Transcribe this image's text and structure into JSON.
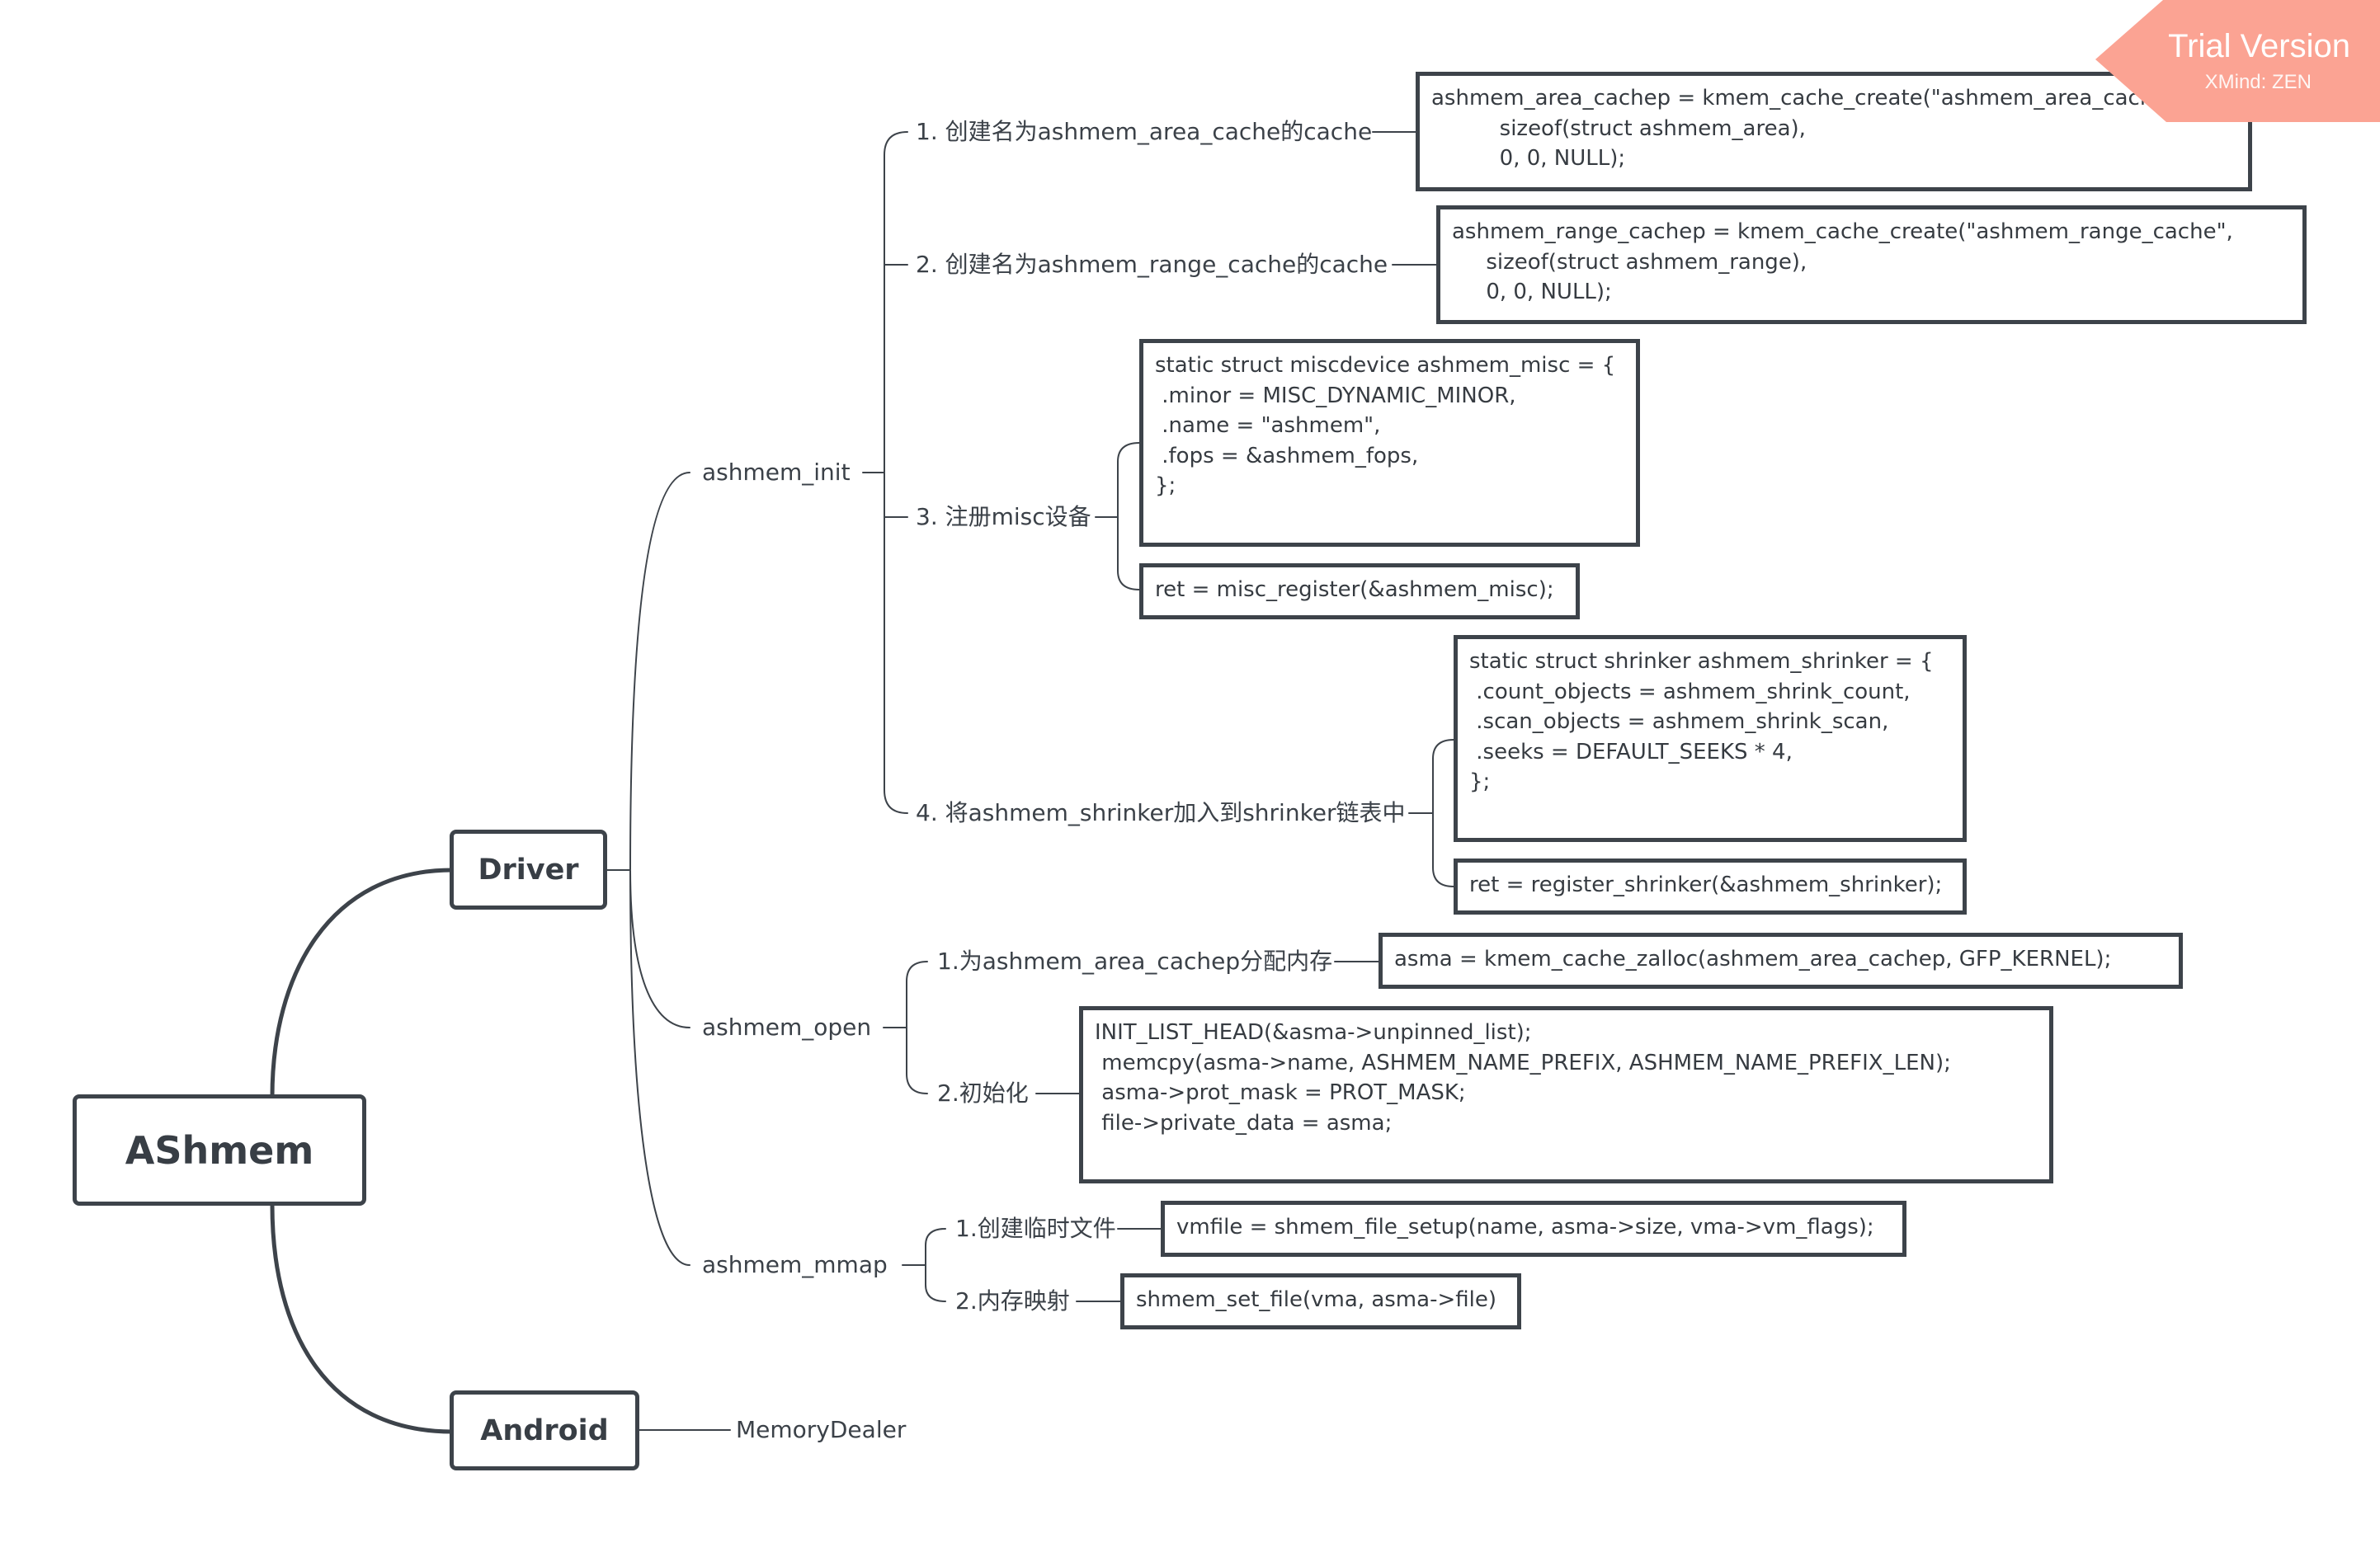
{
  "root": {
    "label": "AShmem"
  },
  "driver": {
    "label": "Driver",
    "init": {
      "label": "ashmem_init",
      "step1": {
        "label": "1. 创建名为ashmem_area_cache的cache",
        "code": "ashmem_area_cachep = kmem_cache_create(\"ashmem_area_cache\",\n          sizeof(struct ashmem_area),\n          0, 0, NULL);"
      },
      "step2": {
        "label": "2. 创建名为ashmem_range_cache的cache",
        "code": "ashmem_range_cachep = kmem_cache_create(\"ashmem_range_cache\",\n     sizeof(struct ashmem_range),\n     0, 0, NULL);"
      },
      "step3": {
        "label": "3. 注册misc设备",
        "code1": "static struct miscdevice ashmem_misc = {\n .minor = MISC_DYNAMIC_MINOR,\n .name = \"ashmem\",\n .fops = &ashmem_fops,\n};",
        "code2": "ret = misc_register(&ashmem_misc);"
      },
      "step4": {
        "label": "4. 将ashmem_shrinker加入到shrinker链表中",
        "code1": "static struct shrinker ashmem_shrinker = {\n .count_objects = ashmem_shrink_count,\n .scan_objects = ashmem_shrink_scan,\n .seeks = DEFAULT_SEEKS * 4,\n};",
        "code2": "ret = register_shrinker(&ashmem_shrinker);"
      }
    },
    "open": {
      "label": "ashmem_open",
      "step1": {
        "label": "1.为ashmem_area_cachep分配内存",
        "code": "asma = kmem_cache_zalloc(ashmem_area_cachep, GFP_KERNEL);"
      },
      "step2": {
        "label": "2.初始化",
        "code": "INIT_LIST_HEAD(&asma->unpinned_list);\n memcpy(asma->name, ASHMEM_NAME_PREFIX, ASHMEM_NAME_PREFIX_LEN);\n asma->prot_mask = PROT_MASK;\n file->private_data = asma;"
      }
    },
    "mmap": {
      "label": "ashmem_mmap",
      "step1": {
        "label": "1.创建临时文件",
        "code": "vmfile = shmem_file_setup(name, asma->size, vma->vm_flags);"
      },
      "step2": {
        "label": "2.内存映射",
        "code": "shmem_set_file(vma, asma->file)"
      }
    }
  },
  "android": {
    "label": "Android",
    "child": "MemoryDealer"
  },
  "watermark": {
    "title": "Trial Version",
    "subtitle": "XMind: ZEN"
  },
  "colors": {
    "line": "#3d434a",
    "text": "#3b4148",
    "watermark": "#fba393"
  }
}
